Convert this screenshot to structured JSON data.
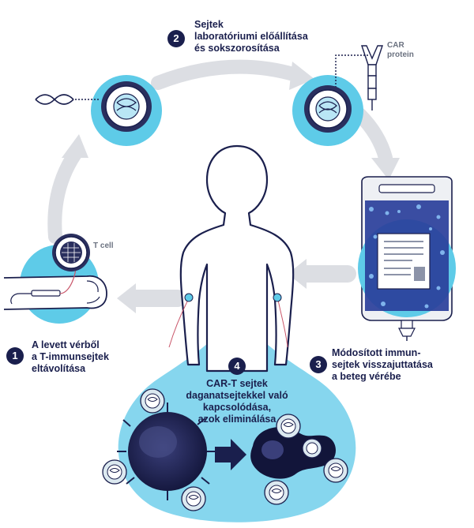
{
  "steps": [
    {
      "number": "1",
      "lines": [
        "A levett vérből",
        "a T-immunsejtek",
        "eltávolítása"
      ]
    },
    {
      "number": "2",
      "lines": [
        "Sejtek",
        "laboratóriumi előállítása",
        "és sokszorosítása"
      ]
    },
    {
      "number": "3",
      "lines": [
        "Módosított immun-",
        "sejtek visszajuttatása",
        "a beteg vérébe"
      ]
    },
    {
      "number": "4",
      "lines": [
        "CAR-T sejtek",
        "daganatsejtekkel való",
        "kapcsolódása,",
        "azok eliminálása"
      ]
    }
  ],
  "labels": {
    "t_cell": "T cell",
    "car_protein": [
      "CAR",
      "protein"
    ]
  },
  "colors": {
    "navy": "#1a1f4d",
    "cyan": "#5ecbe8",
    "arrow_gray": "#d9dbe0",
    "outline": "#1a1f4d"
  }
}
